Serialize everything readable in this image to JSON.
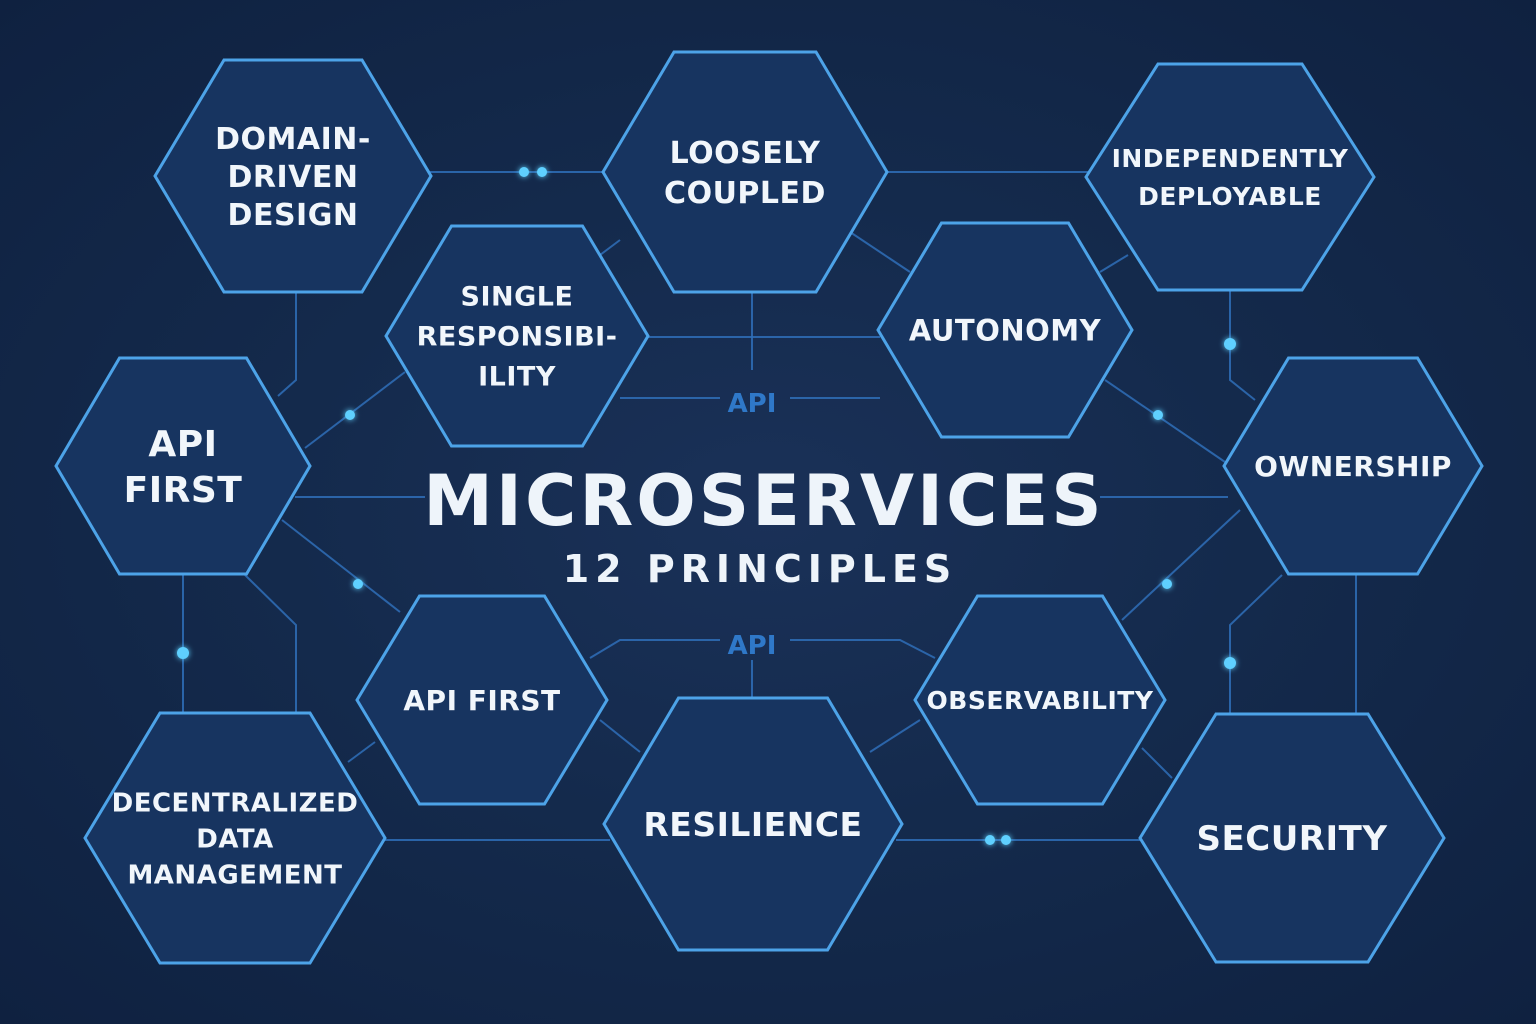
{
  "title": "MICROSERVICES",
  "subtitle": "12 PRINCIPLES",
  "api_tags": [
    "API",
    "API"
  ],
  "colors": {
    "background": "#132647",
    "hex_fill": "#173460",
    "hex_stroke": "#4da3e8",
    "connector": "#2f6fb8",
    "node_dot": "#5fd0ff",
    "api_tag": "#2f78c8",
    "text": "#f1f6fb"
  },
  "principles": [
    {
      "id": "domain-driven-design",
      "lines": [
        "DOMAIN-",
        "DRIVEN",
        "DESIGN"
      ]
    },
    {
      "id": "loosely-coupled",
      "lines": [
        "LOOSELY",
        "COUPLED"
      ]
    },
    {
      "id": "independently-deployable",
      "lines": [
        "INDEPENDENTLY",
        "DEPLOYABLE"
      ]
    },
    {
      "id": "single-responsibility",
      "lines": [
        "SINGLE",
        "RESPONSIBI-",
        "ILITY"
      ]
    },
    {
      "id": "autonomy",
      "lines": [
        "AUTONOMY"
      ]
    },
    {
      "id": "api-first-left",
      "lines": [
        "API",
        "FIRST"
      ]
    },
    {
      "id": "ownership",
      "lines": [
        "OWNERSHIP"
      ]
    },
    {
      "id": "api-first-center",
      "lines": [
        "API FIRST"
      ]
    },
    {
      "id": "observability",
      "lines": [
        "OBSERVABILITY"
      ]
    },
    {
      "id": "decentralized-data-management",
      "lines": [
        "DECENTRALIZED",
        "DATA",
        "MANAGEMENT"
      ]
    },
    {
      "id": "resilience",
      "lines": [
        "RESILIENCE"
      ]
    },
    {
      "id": "security",
      "lines": [
        "SECURITY"
      ]
    }
  ]
}
